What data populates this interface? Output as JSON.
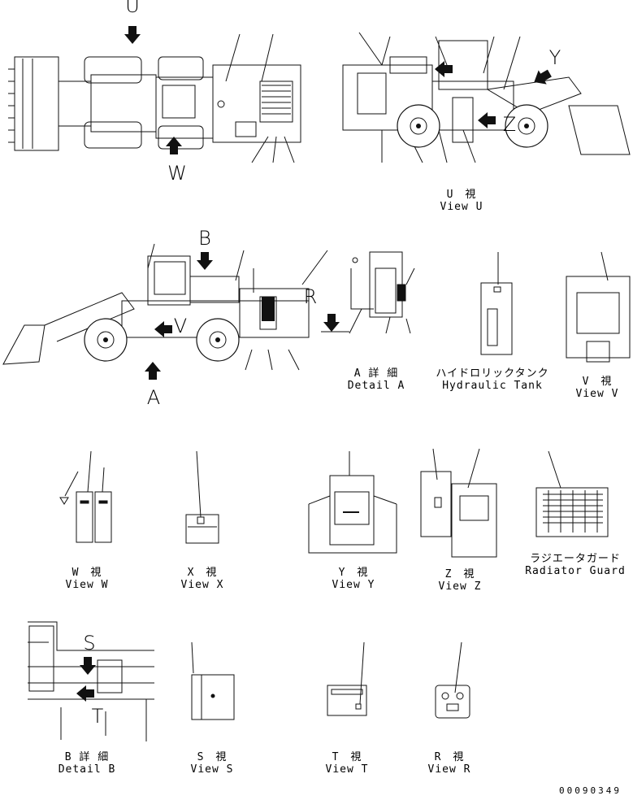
{
  "markers": {
    "U": "U",
    "W": "W",
    "Y": "Y",
    "Z": "Z",
    "B": "B",
    "R": "R",
    "V": "V",
    "A": "A",
    "S": "S",
    "T": "T"
  },
  "captions": {
    "view_u": {
      "jp": "U　視",
      "en": "View U"
    },
    "detail_a": {
      "jp": "A 詳 細",
      "en": "Detail A"
    },
    "hydraulic_tank": {
      "jp": "ハイドロリックタンク",
      "en": "Hydraulic Tank"
    },
    "view_v": {
      "jp": "V　視",
      "en": "View V"
    },
    "view_w": {
      "jp": "W　視",
      "en": "View W"
    },
    "view_x": {
      "jp": "X　視",
      "en": "View X"
    },
    "view_y": {
      "jp": "Y　視",
      "en": "View Y"
    },
    "view_z": {
      "jp": "Z　視",
      "en": "View Z"
    },
    "radiator_guard": {
      "jp": "ラジエータガード",
      "en": "Radiator Guard"
    },
    "detail_b": {
      "jp": "B 詳 細",
      "en": "Detail B"
    },
    "view_s": {
      "jp": "S　視",
      "en": "View S"
    },
    "view_t": {
      "jp": "T　視",
      "en": "View T"
    },
    "view_r": {
      "jp": "R　視",
      "en": "View R"
    }
  },
  "document_number": "00090349"
}
